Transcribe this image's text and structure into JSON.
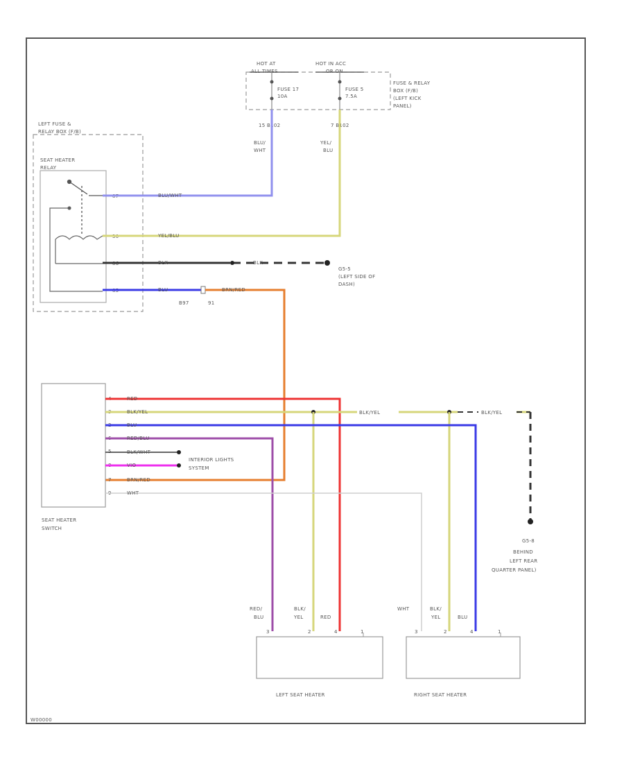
{
  "hot_labels": {
    "hot_at_all_times": [
      "HOT AT",
      "ALL TIMES"
    ],
    "hot_in_acc": [
      "HOT IN ACC",
      "OR ON"
    ]
  },
  "fuse_17": [
    "FUSE 17",
    "10A"
  ],
  "fuse_5": [
    "FUSE 5",
    "7.5A"
  ],
  "fuse_box": [
    "FUSE & RELAY",
    "BOX (F/B)",
    "(LEFT KICK",
    "PANEL)"
  ],
  "pin_left_fuse": "15  B102",
  "pin_right_fuse": "7  B102",
  "wire_vert_left": [
    "BLU/",
    "WHT"
  ],
  "wire_vert_right": [
    "YEL/",
    "BLU"
  ],
  "left_fuse_relay_box": [
    "LEFT FUSE &",
    "RELAY BOX (F/B)"
  ],
  "seat_heater_relay": [
    "SEAT HEATER",
    "RELAY"
  ],
  "relay_pins": [
    "87",
    "30",
    "86",
    "85"
  ],
  "relay_wires": [
    "BLU/WHT",
    "YEL/BLU",
    "BLK",
    "BLU"
  ],
  "ground_wire": "BLK",
  "ground_1": [
    "G5-5",
    "(LEFT SIDE OF",
    "DASH)"
  ],
  "orange_wire": "BRN/RED",
  "connector_pins": [
    "B97",
    "91"
  ],
  "switch_pins": [
    "4",
    "3",
    "2",
    "6",
    "5",
    "8",
    "7",
    "9"
  ],
  "switch_wires": [
    "RED",
    "BLK/YEL",
    "BLU",
    "RED/BLU",
    "BLK/WHT",
    "VIO",
    "BRN/RED",
    "WHT"
  ],
  "interior_lights": [
    "INTERIOR LIGHTS",
    "SYSTEM"
  ],
  "seat_heater_switch": [
    "SEAT HEATER",
    "SWITCH"
  ],
  "blk_yel_1": "BLK/YEL",
  "blk_yel_2": "BLK/YEL",
  "ground_2": [
    "G5-8",
    "BEHIND",
    "LEFT REAR",
    "QUARTER PANEL)"
  ],
  "left_heater_wires": [
    [
      "RED/",
      "BLU"
    ],
    [
      "BLK/",
      "YEL"
    ],
    [
      "RED"
    ]
  ],
  "right_heater_wires": [
    [
      "WHT"
    ],
    [
      "BLK/",
      "YEL"
    ],
    [
      "BLU"
    ]
  ],
  "heater_pins": [
    "3",
    "2",
    "4",
    "1"
  ],
  "left_seat_heater": "LEFT SEAT HEATER",
  "right_seat_heater": "RIGHT SEAT HEATER",
  "diagram_code": "W00000",
  "colors": {
    "blue": "#3a3ae6",
    "lavender": "#9090ee",
    "yellow": "#d6d67a",
    "red": "#ee3333",
    "orange": "#e67e2e",
    "purple": "#9d4da8",
    "magenta": "#ee2eee",
    "black": "#333333",
    "white_wire": "#cfcfcf"
  }
}
